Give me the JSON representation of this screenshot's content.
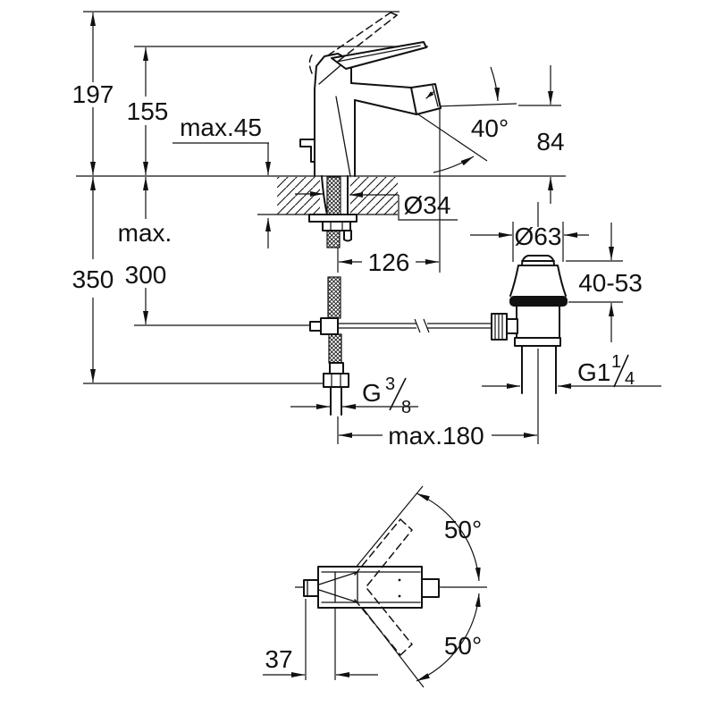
{
  "meta": {
    "type": "technical-dimension-drawing",
    "subject": "single-lever bidet mixer with pop-up waste, side view and top view",
    "units": "mm"
  },
  "colors": {
    "line": "#111111",
    "background": "#ffffff"
  },
  "side_view": {
    "overall_height": "197",
    "height_to_lever": "155",
    "max_deck_thickness": "max.45",
    "spray_angle": "40°",
    "spout_height": "84",
    "hole_diameter": "Ø34",
    "hose_max_word": "max.",
    "hose_max_value": "300",
    "supply_height": "350",
    "spout_projection": "126"
  },
  "drain": {
    "flange_diameter": "Ø63",
    "clamping_range": "40-53",
    "thread_main": "G1",
    "thread_sup": "1",
    "thread_sub": "4"
  },
  "connections": {
    "supply_thread_main": "G",
    "supply_thread_sup": "3",
    "supply_thread_sub": "8",
    "rod_max_length": "max.180"
  },
  "top_view": {
    "swivel_angle_upper": "50°",
    "swivel_angle_lower": "50°",
    "handle_offset": "37"
  }
}
